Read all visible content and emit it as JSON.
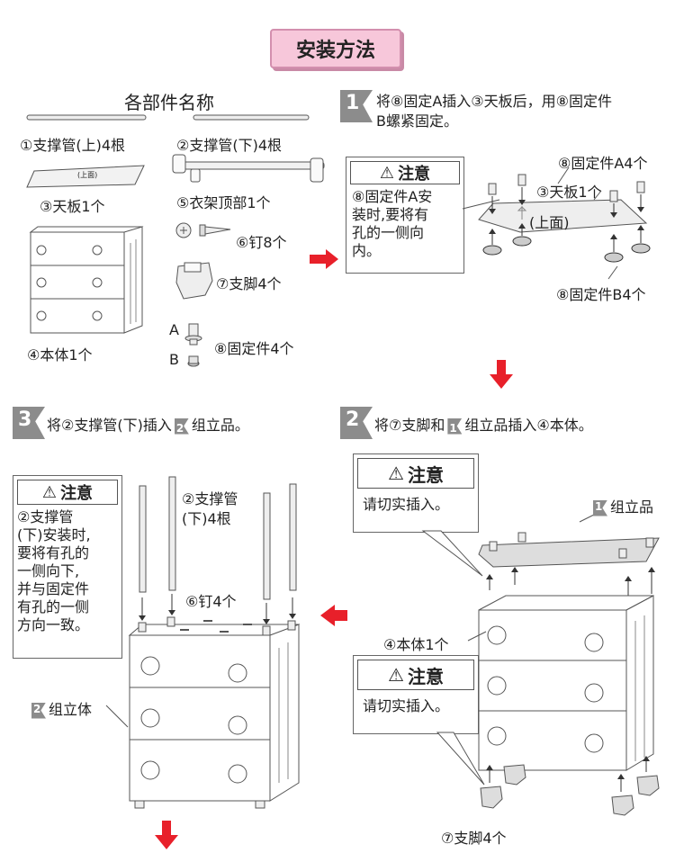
{
  "title": "安装方法",
  "parts": {
    "heading": "各部件名称",
    "tube_upper": "①支撑管(上)4根",
    "tube_lower": "②支撑管(下)4根",
    "top_board": "③天板1个",
    "top_board_mark": "(上面)",
    "hanger_top": "⑤衣架顶部1个",
    "body": "④本体1个",
    "nail": "⑥钉8个",
    "foot": "⑦支脚4个",
    "fixer_a": "A",
    "fixer_b": "B",
    "fixer": "⑧固定件4个"
  },
  "step1": {
    "num": "1",
    "text_line1": "将⑧固定A插入③天板后，用⑧固定件",
    "text_line2": "B螺紧固定。",
    "caution_title": "注意",
    "caution_lines": [
      "⑧固定件A安",
      "装时,要将有",
      "孔的一侧向",
      "内。"
    ],
    "label_fixer_a": "⑧固定件A4个",
    "label_top_board": "③天板1个",
    "label_top_side": "(上面)",
    "label_fixer_b": "⑧固定件B4个"
  },
  "step2": {
    "num": "2",
    "text_a": "将⑦支脚和",
    "ref_num": "1",
    "text_b": "组立品插入④本体。",
    "caution1_title": "注意",
    "caution1_text": "请切实插入。",
    "label_assembly_num": "1",
    "label_assembly": "组立品",
    "label_body": "④本体1个",
    "caution2_title": "注意",
    "caution2_text": "请切实插入。",
    "label_foot": "⑦支脚4个"
  },
  "step3": {
    "num": "3",
    "text_a": "将②支撑管(下)插入",
    "ref_num": "2",
    "text_b": "组立品。",
    "caution_title": "注意",
    "caution_lines": [
      "②支撑管",
      "(下)安装时,",
      "要将有孔的",
      "一侧向下,",
      "并与固定件",
      "有孔的一侧",
      "方向一致。"
    ],
    "label_tube_line1": "②支撑管",
    "label_tube_line2": "(下)4根",
    "label_nail": "⑥钉4个",
    "label_assembly_num": "2",
    "label_assembly": "组立体"
  },
  "colors": {
    "arrow_red": "#e8202a",
    "badge_pink": "#f7c7da",
    "step_gray": "#8c8c8c"
  }
}
